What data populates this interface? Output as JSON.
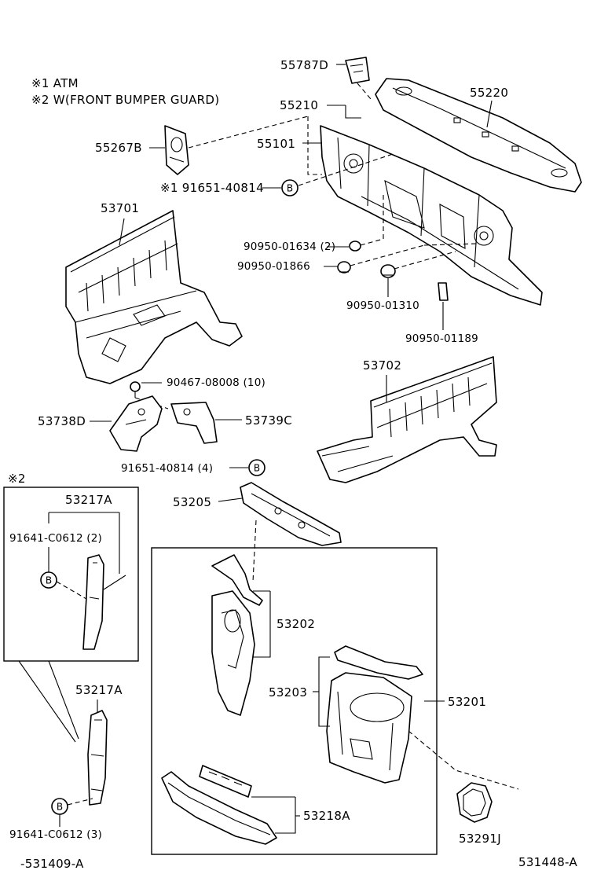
{
  "notes": {
    "note1": "※1 ATM",
    "note2": "※2 W(FRONT BUMPER GUARD)"
  },
  "labels": {
    "p55787D": "55787D",
    "p55220": "55220",
    "p55210": "55210",
    "p55267B": "55267B",
    "p55101": "55101",
    "p91651_40814_a": "※1 91651-40814",
    "p53701": "53701",
    "p90950_01634": "90950-01634 (2)",
    "p90950_01866": "90950-01866",
    "p90950_01310": "90950-01310",
    "p90950_01189": "90950-01189",
    "p53702": "53702",
    "p90467_08008": "90467-08008 (10)",
    "p53738D": "53738D",
    "p53739C": "53739C",
    "p91651_40814_b": "91651-40814 (4)",
    "p53205": "53205",
    "inset_note": "※2",
    "p53217A_inset": "53217A",
    "p91641_C0612_2": "91641-C0612 (2)",
    "p53202": "53202",
    "p53203": "53203",
    "p53201": "53201",
    "p53217A": "53217A",
    "p53218A": "53218A",
    "p91641_C0612_3": "91641-C0612 (3)",
    "p53291J": "53291J",
    "code_left": "-531409-A",
    "code_right": "531448-A"
  },
  "callout": "B"
}
